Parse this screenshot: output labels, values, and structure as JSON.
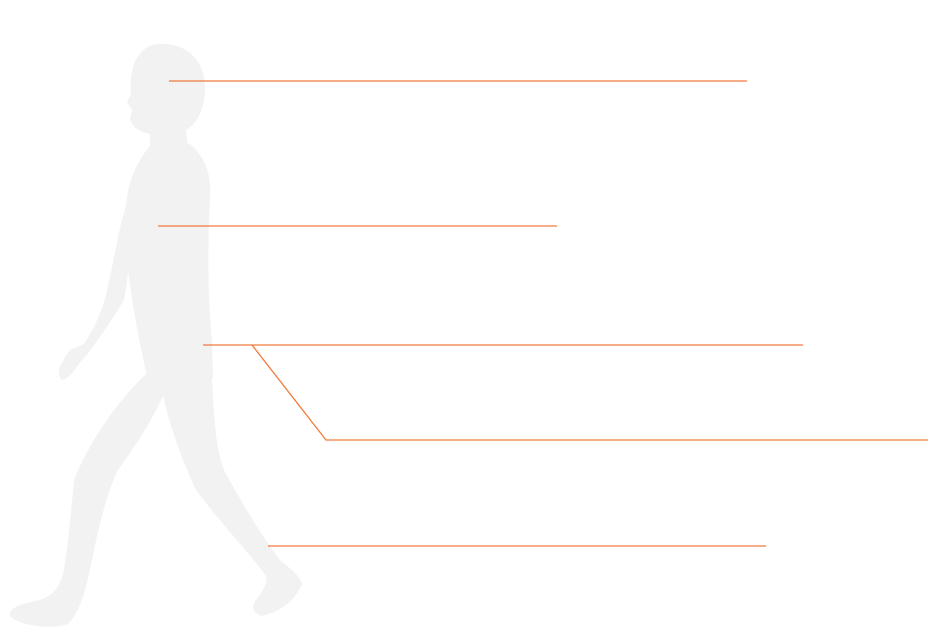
{
  "figure": {
    "background_color": "#ffffff",
    "silhouette_color": "#f2f2f2",
    "accent_color": "#f07a3a",
    "silhouette_icon": "walking-person-silhouette-icon"
  },
  "callouts": [
    {
      "target": "head",
      "label": ""
    },
    {
      "target": "torso",
      "label": ""
    },
    {
      "target": "hips",
      "label": ""
    },
    {
      "target": "thigh",
      "label": ""
    },
    {
      "target": "feet",
      "label": ""
    }
  ]
}
